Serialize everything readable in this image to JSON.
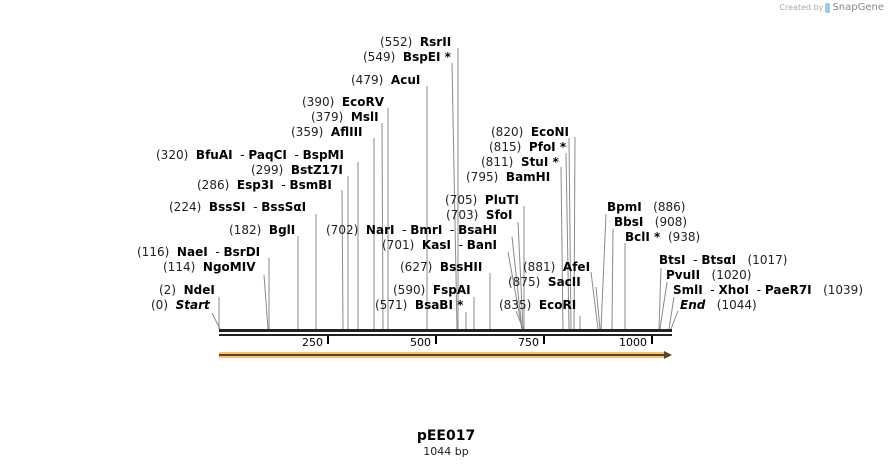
{
  "credit": {
    "prefix": "Created by",
    "brand": "SnapGene"
  },
  "map": {
    "name": "pEE017",
    "length_label": "1044 bp",
    "length_bp": 1044,
    "ruler_ticks": [
      "250",
      "500",
      "750",
      "1000"
    ],
    "feature_color": "#f9c46b"
  },
  "sites": [
    {
      "pos": "(552)",
      "names": [
        "RsrII"
      ]
    },
    {
      "pos": "(549)",
      "names": [
        "BspEI *"
      ]
    },
    {
      "pos": "(479)",
      "names": [
        "AcuI"
      ]
    },
    {
      "pos": "(390)",
      "names": [
        "EcoRV"
      ]
    },
    {
      "pos": "(379)",
      "names": [
        "MslI"
      ]
    },
    {
      "pos": "(359)",
      "names": [
        "AflIII"
      ]
    },
    {
      "pos": "(320)",
      "names": [
        "BfuAI",
        "PaqCI",
        "BspMI"
      ]
    },
    {
      "pos": "(299)",
      "names": [
        "BstZ17I"
      ]
    },
    {
      "pos": "(286)",
      "names": [
        "Esp3I",
        "BsmBI"
      ]
    },
    {
      "pos": "(224)",
      "names": [
        "BssSI",
        "BssSαI"
      ]
    },
    {
      "pos": "(182)",
      "names": [
        "BglI"
      ]
    },
    {
      "pos": "(116)",
      "names": [
        "NaeI",
        "BsrDI"
      ]
    },
    {
      "pos": "(114)",
      "names": [
        "NgoMIV"
      ]
    },
    {
      "pos": "(2)",
      "names": [
        "NdeI"
      ]
    },
    {
      "pos": "(0)",
      "names": [
        "Start"
      ]
    },
    {
      "pos": "(820)",
      "names": [
        "EcoNI"
      ]
    },
    {
      "pos": "(815)",
      "names": [
        "PfoI *"
      ]
    },
    {
      "pos": "(811)",
      "names": [
        "StuI *"
      ]
    },
    {
      "pos": "(795)",
      "names": [
        "BamHI"
      ]
    },
    {
      "pos": "(705)",
      "names": [
        "PluTI"
      ]
    },
    {
      "pos": "(703)",
      "names": [
        "SfoI"
      ]
    },
    {
      "pos": "(702)",
      "names": [
        "NarI",
        "BmrI",
        "BsaHI"
      ]
    },
    {
      "pos": "(701)",
      "names": [
        "KasI",
        "BanI"
      ]
    },
    {
      "pos": "(627)",
      "names": [
        "BssHII"
      ]
    },
    {
      "pos": "(590)",
      "names": [
        "FspAI"
      ]
    },
    {
      "pos": "(571)",
      "names": [
        "BsaBI *"
      ]
    },
    {
      "pos": "(881)",
      "names": [
        "AfeI"
      ]
    },
    {
      "pos": "(875)",
      "names": [
        "SacII"
      ]
    },
    {
      "pos": "(835)",
      "names": [
        "EcoRI"
      ]
    },
    {
      "pos": "(886)",
      "names": [
        "BpmI"
      ]
    },
    {
      "pos": "(908)",
      "names": [
        "BbsI"
      ]
    },
    {
      "pos": "(938)",
      "names": [
        "BclI *"
      ]
    },
    {
      "pos": "(1017)",
      "names": [
        "BtsI",
        "BtsαI"
      ]
    },
    {
      "pos": "(1020)",
      "names": [
        "PvuII"
      ]
    },
    {
      "pos": "(1039)",
      "names": [
        "SmlI",
        "XhoI",
        "PaeR7I"
      ]
    },
    {
      "pos": "(1044)",
      "names": [
        "End"
      ]
    }
  ]
}
